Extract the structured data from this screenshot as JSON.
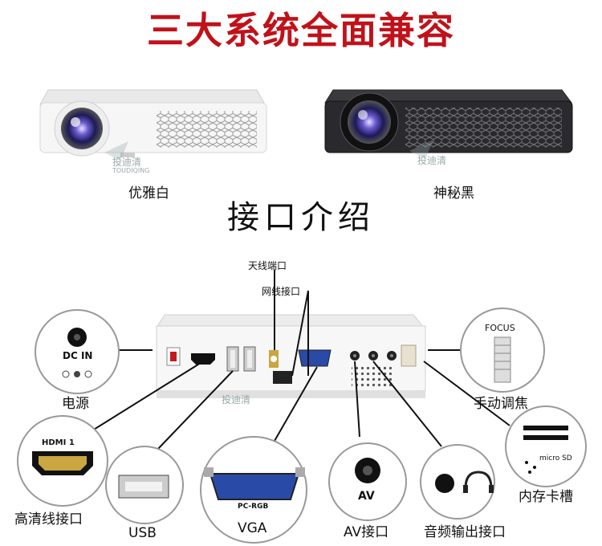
{
  "title": "三大系统全面兼容",
  "colors": {
    "title": "#c0121a",
    "white_body": "#f4f4f4",
    "black_body": "#2a2a2e",
    "accent_blue": "#2a4aa8"
  },
  "products": [
    {
      "label": "优雅白"
    },
    {
      "label": "神秘黑"
    }
  ],
  "watermark": {
    "brand": "投迪清",
    "sub": "TOUDIQING"
  },
  "interface_heading": "接口介绍",
  "top_labels": {
    "antenna": "天线端口",
    "network": "网线接口"
  },
  "ports": {
    "power": {
      "label": "电源",
      "icon_text": "DC IN"
    },
    "focus": {
      "label": "手动调焦",
      "icon_text": "FOCUS"
    },
    "hdmi": {
      "label": "高清线接口",
      "icon_text": "HDMI 1"
    },
    "usb": {
      "label": "USB"
    },
    "vga": {
      "label": "VGA",
      "icon_text": "PC-RGB"
    },
    "av": {
      "label": "AV接口",
      "icon_text": "AV"
    },
    "audio": {
      "label": "音频输出接口"
    },
    "card": {
      "label": "内存卡槽",
      "icon_text": "micro SD"
    }
  }
}
